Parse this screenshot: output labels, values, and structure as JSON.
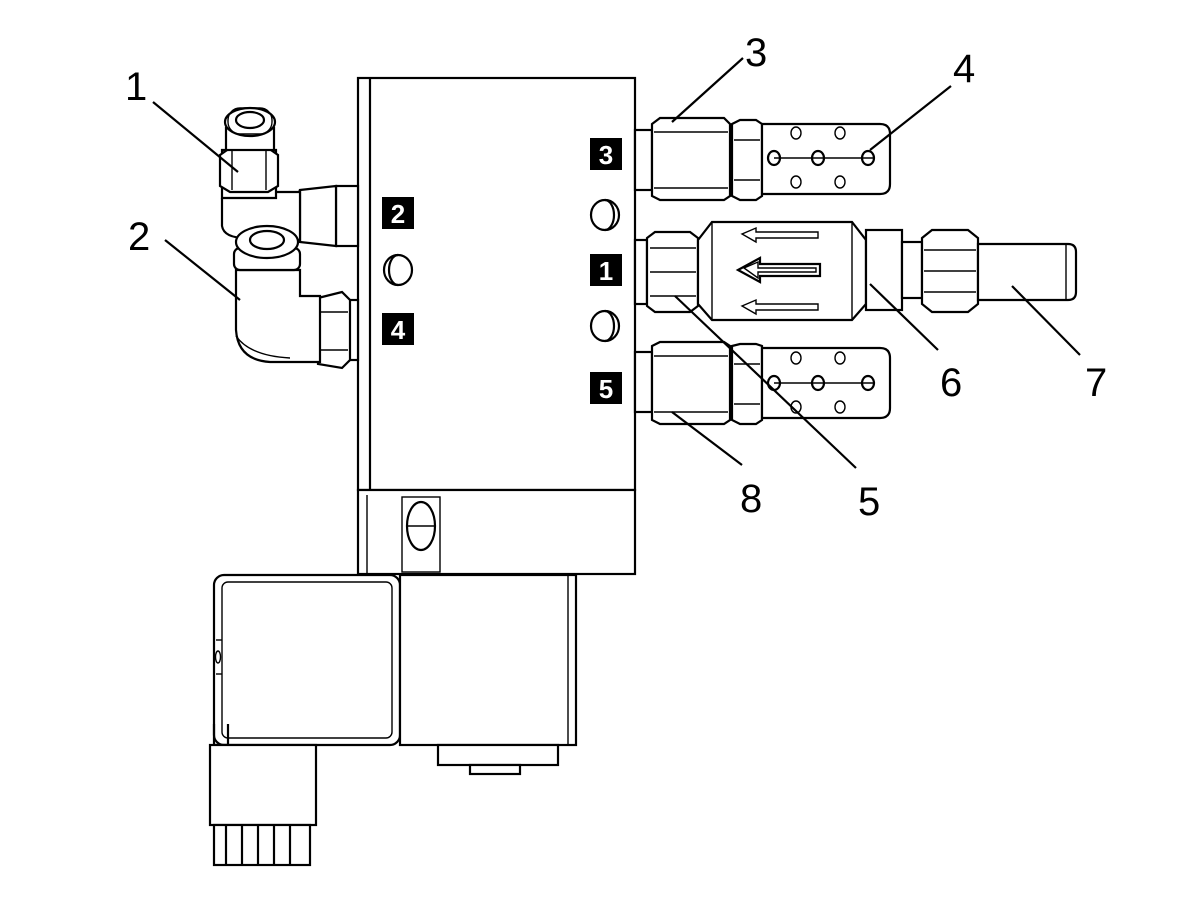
{
  "diagram": {
    "callouts": [
      {
        "id": "1",
        "label": "1"
      },
      {
        "id": "2",
        "label": "2"
      },
      {
        "id": "3",
        "label": "3"
      },
      {
        "id": "4",
        "label": "4"
      },
      {
        "id": "5",
        "label": "5"
      },
      {
        "id": "6",
        "label": "6"
      },
      {
        "id": "7",
        "label": "7"
      },
      {
        "id": "8",
        "label": "8"
      }
    ],
    "port_badges": [
      {
        "id": "p2",
        "label": "2"
      },
      {
        "id": "p4",
        "label": "4"
      },
      {
        "id": "p3",
        "label": "3"
      },
      {
        "id": "p1",
        "label": "1"
      },
      {
        "id": "p5",
        "label": "5"
      }
    ],
    "colors": {
      "line": "#000000",
      "badge": "#000000",
      "background": "#ffffff"
    }
  }
}
